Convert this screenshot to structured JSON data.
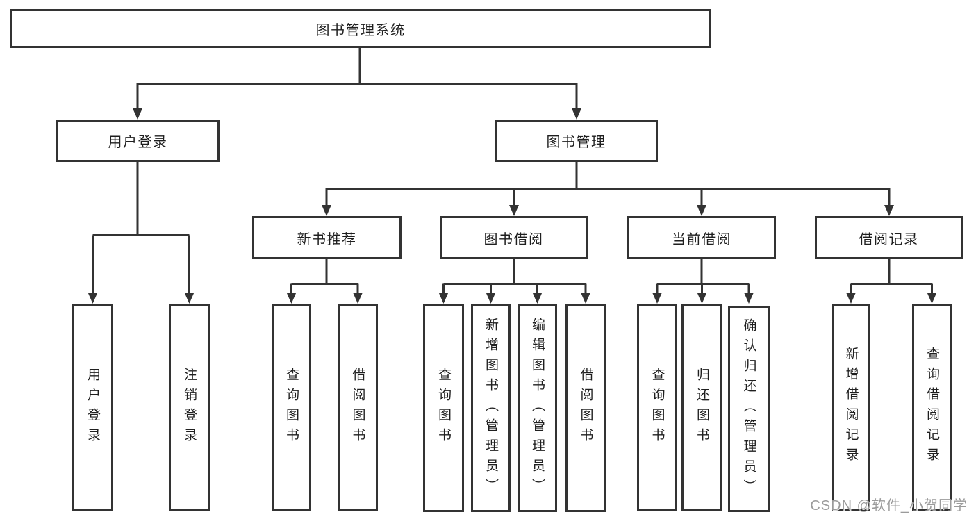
{
  "tree": {
    "root": {
      "label": "图书管理系统",
      "children": [
        {
          "label": "用户登录",
          "children": [
            {
              "label": "用户登录"
            },
            {
              "label": "注销登录"
            }
          ]
        },
        {
          "label": "图书管理",
          "children": [
            {
              "label": "新书推荐",
              "children": [
                {
                  "label": "查询图书"
                },
                {
                  "label": "借阅图书"
                }
              ]
            },
            {
              "label": "图书借阅",
              "children": [
                {
                  "label": "查询图书"
                },
                {
                  "label": "新增图书（管理员）"
                },
                {
                  "label": "编辑图书（管理员）"
                },
                {
                  "label": "借阅图书"
                }
              ]
            },
            {
              "label": "当前借阅",
              "children": [
                {
                  "label": "查询图书"
                },
                {
                  "label": "归还图书"
                },
                {
                  "label": "确认归还（管理员）"
                }
              ]
            },
            {
              "label": "借阅记录",
              "children": [
                {
                  "label": "新增借阅记录"
                },
                {
                  "label": "查询借阅记录"
                }
              ]
            }
          ]
        }
      ]
    }
  },
  "watermark": {
    "text": "CSDN @软件_小贺同学"
  },
  "colors": {
    "line": "#333333",
    "text": "#1f1f1f",
    "background": "#ffffff",
    "watermark": "#9b9b9b"
  }
}
